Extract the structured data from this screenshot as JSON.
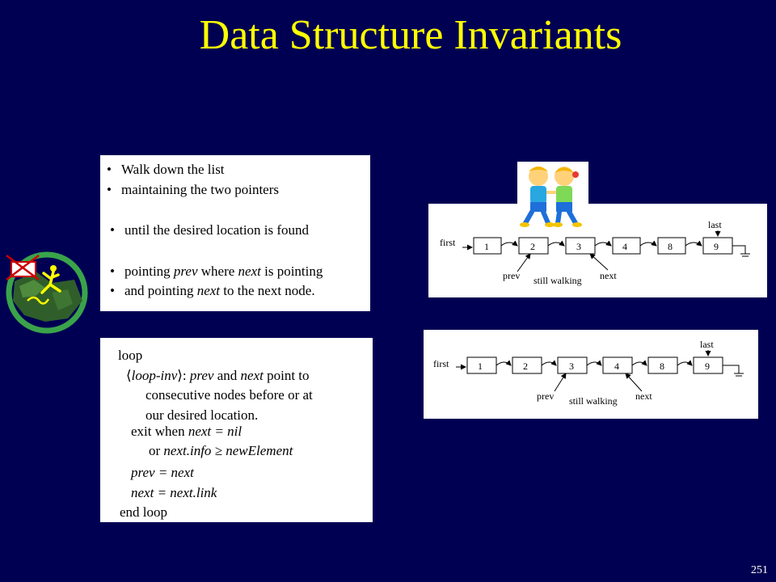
{
  "slide": {
    "title": "Data Structure Invariants",
    "page_number": "251"
  },
  "bullets": [
    {
      "bullet": "•",
      "parts": [
        {
          "t": "Walk down the list",
          "i": false
        }
      ]
    },
    {
      "bullet": "•",
      "parts": [
        {
          "t": "maintaining the two pointers",
          "i": false
        }
      ]
    },
    {
      "bullet": "•",
      "parts": [
        {
          "t": "until the desired location is found",
          "i": false
        }
      ]
    },
    {
      "bullet": "•",
      "parts": [
        {
          "t": "pointing ",
          "i": false
        },
        {
          "t": "prev",
          "i": true
        },
        {
          "t": " where ",
          "i": false
        },
        {
          "t": "next",
          "i": true
        },
        {
          "t": " is pointing",
          "i": false
        }
      ]
    },
    {
      "bullet": "•",
      "parts": [
        {
          "t": "and pointing ",
          "i": false
        },
        {
          "t": "next",
          "i": true
        },
        {
          "t": " to the next node.",
          "i": false
        }
      ]
    }
  ],
  "code": [
    [
      {
        "t": "loop",
        "i": false
      }
    ],
    [
      {
        "t": "⟨",
        "i": false
      },
      {
        "t": "loop-inv",
        "i": true
      },
      {
        "t": "⟩: ",
        "i": false
      },
      {
        "t": "prev",
        "i": true
      },
      {
        "t": " and ",
        "i": false
      },
      {
        "t": "next",
        "i": true
      },
      {
        "t": " point to",
        "i": false
      }
    ],
    [
      {
        "t": "consecutive nodes before or at",
        "i": false
      }
    ],
    [
      {
        "t": "our desired location.",
        "i": false
      }
    ],
    [
      {
        "t": "exit when ",
        "i": false
      },
      {
        "t": "next = nil",
        "i": true
      }
    ],
    [
      {
        "t": "or ",
        "i": false
      },
      {
        "t": "next.info ≥ newElement",
        "i": true
      }
    ],
    [
      {
        "t": "prev = next",
        "i": true
      }
    ],
    [
      {
        "t": "next = next.link",
        "i": true
      }
    ],
    [
      {
        "t": "end loop",
        "i": false
      }
    ]
  ],
  "diagram1": {
    "nodes": [
      "1",
      "2",
      "3",
      "4",
      "8",
      "9"
    ],
    "first_label": "first",
    "last_label": "last",
    "prev_label": "prev",
    "middle_label": "still walking",
    "next_label": "next"
  },
  "diagram2": {
    "nodes": [
      "1",
      "2",
      "3",
      "4",
      "8",
      "9"
    ],
    "first_label": "first",
    "last_label": "last",
    "prev_label": "prev",
    "middle_label": "still walking",
    "next_label": "next"
  },
  "colors": {
    "background": "#000052",
    "title": "#ffff00",
    "logo_ring": "#3aa34a"
  }
}
